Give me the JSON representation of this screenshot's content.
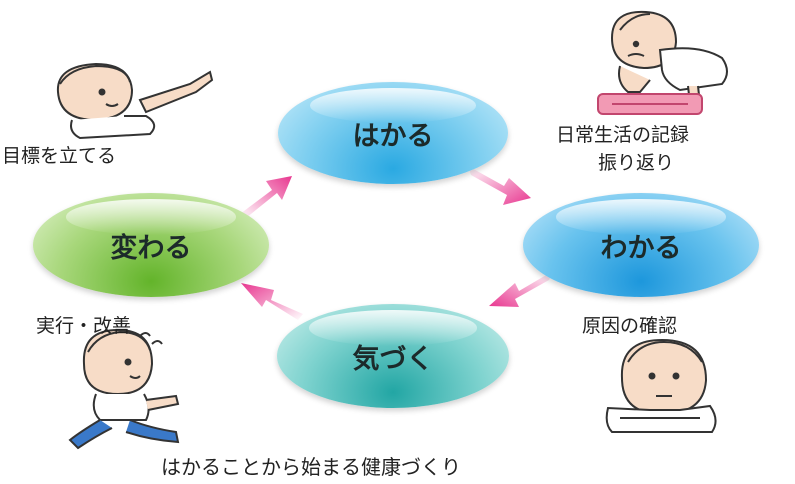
{
  "cycle": {
    "steps": [
      {
        "label": "はかる"
      },
      {
        "label": "わかる"
      },
      {
        "label": "気づく"
      },
      {
        "label": "変わる"
      }
    ],
    "colors": {
      "blue_top": "#2aa9e2",
      "blue_right": "#1d97dc",
      "teal_bottom": "#22a6a4",
      "green_left": "#63b42a",
      "arrow_pink": "#e8368f"
    }
  },
  "annotations": {
    "goal": "目標を立てる",
    "record": "日常生活の記録",
    "reflect": "振り返り",
    "cause": "原因の確認",
    "action": "実行・改善"
  },
  "footer": {
    "caption": "はかることから始まる健康づくり"
  },
  "illustrations": [
    {
      "name": "pointing-person-icon",
      "meaning": "pointing"
    },
    {
      "name": "scale-weighing-person-icon",
      "meaning": "weighing on scale"
    },
    {
      "name": "thinking-person-icon",
      "meaning": "arms crossed thinking"
    },
    {
      "name": "running-person-icon",
      "meaning": "running"
    }
  ]
}
